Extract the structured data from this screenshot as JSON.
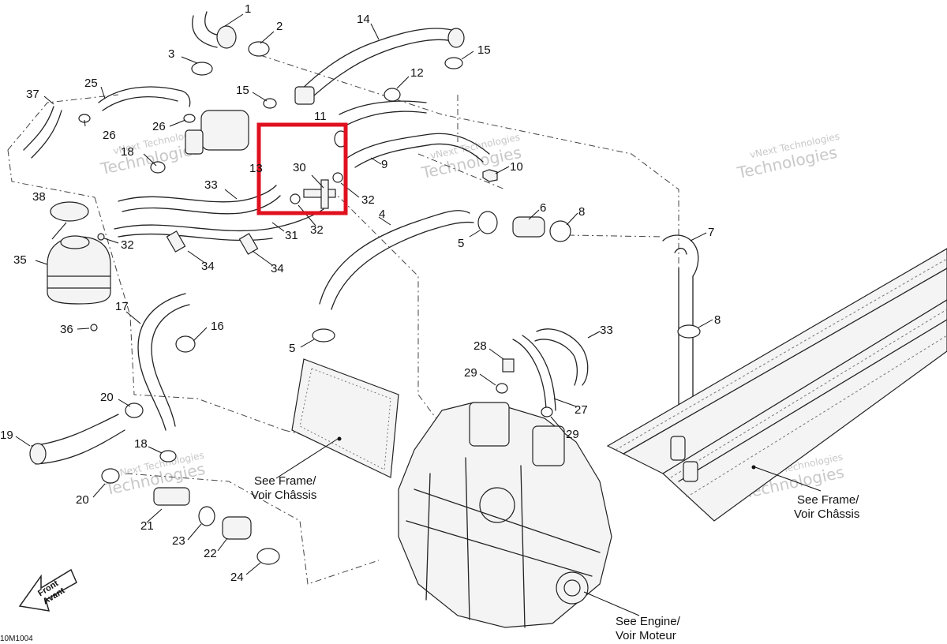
{
  "diagram": {
    "doc_code": "10M1004",
    "front_label_1": "Front",
    "front_label_2": "Avant",
    "highlight_color": "#e0101f",
    "watermark": [
      "vNext Technologies",
      "Technologies"
    ],
    "captions": {
      "frame_left_1": "See Frame/",
      "frame_left_2": "Voir Châssis",
      "frame_right_1": "See Frame/",
      "frame_right_2": "Voir Châssis",
      "engine_1": "See Engine/",
      "engine_2": "Voir Moteur"
    }
  },
  "labels": [
    {
      "id": "l1",
      "n": "1"
    },
    {
      "id": "l2",
      "n": "2"
    },
    {
      "id": "l3",
      "n": "3"
    },
    {
      "id": "l4",
      "n": "4"
    },
    {
      "id": "l5a",
      "n": "5"
    },
    {
      "id": "l5b",
      "n": "5"
    },
    {
      "id": "l6",
      "n": "6"
    },
    {
      "id": "l7",
      "n": "7"
    },
    {
      "id": "l8a",
      "n": "8"
    },
    {
      "id": "l8b",
      "n": "8"
    },
    {
      "id": "l9",
      "n": "9"
    },
    {
      "id": "l10",
      "n": "10"
    },
    {
      "id": "l11",
      "n": "11"
    },
    {
      "id": "l12",
      "n": "12"
    },
    {
      "id": "l13",
      "n": "13"
    },
    {
      "id": "l14",
      "n": "14"
    },
    {
      "id": "l15a",
      "n": "15"
    },
    {
      "id": "l15b",
      "n": "15"
    },
    {
      "id": "l16",
      "n": "16"
    },
    {
      "id": "l17",
      "n": "17"
    },
    {
      "id": "l18a",
      "n": "18"
    },
    {
      "id": "l18b",
      "n": "18"
    },
    {
      "id": "l19",
      "n": "19"
    },
    {
      "id": "l20a",
      "n": "20"
    },
    {
      "id": "l20b",
      "n": "20"
    },
    {
      "id": "l21",
      "n": "21"
    },
    {
      "id": "l22",
      "n": "22"
    },
    {
      "id": "l23",
      "n": "23"
    },
    {
      "id": "l24",
      "n": "24"
    },
    {
      "id": "l25",
      "n": "25"
    },
    {
      "id": "l26a",
      "n": "26"
    },
    {
      "id": "l26b",
      "n": "26"
    },
    {
      "id": "l27",
      "n": "27"
    },
    {
      "id": "l28",
      "n": "28"
    },
    {
      "id": "l29a",
      "n": "29"
    },
    {
      "id": "l29b",
      "n": "29"
    },
    {
      "id": "l30",
      "n": "30"
    },
    {
      "id": "l31",
      "n": "31"
    },
    {
      "id": "l32a",
      "n": "32"
    },
    {
      "id": "l32b",
      "n": "32"
    },
    {
      "id": "l32c",
      "n": "32"
    },
    {
      "id": "l33a",
      "n": "33"
    },
    {
      "id": "l33b",
      "n": "33"
    },
    {
      "id": "l34a",
      "n": "34"
    },
    {
      "id": "l34b",
      "n": "34"
    },
    {
      "id": "l35",
      "n": "35"
    },
    {
      "id": "l36",
      "n": "36"
    },
    {
      "id": "l37",
      "n": "37"
    },
    {
      "id": "l38",
      "n": "38"
    }
  ]
}
